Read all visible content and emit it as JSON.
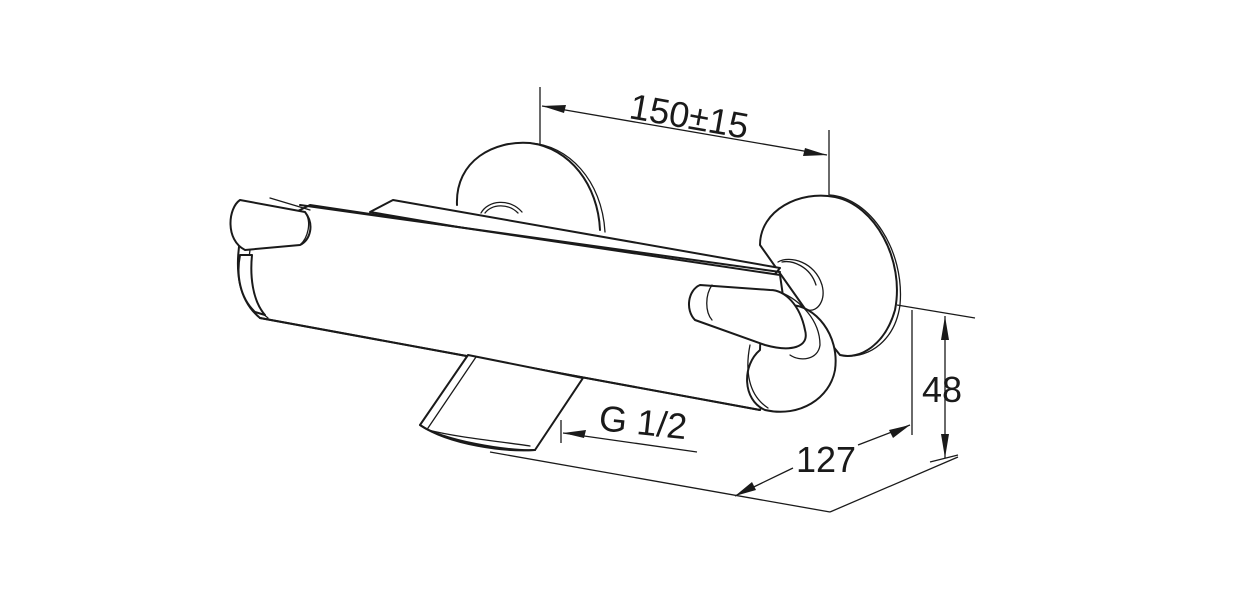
{
  "drawing": {
    "subject": "Wall-mounted thermostatic bath mixer",
    "line_color": "#1a1a1a",
    "background": "#ffffff"
  },
  "dimensions": {
    "center_distance": "150±15",
    "height": "48",
    "depth": "127",
    "thread": "G 1/2"
  }
}
